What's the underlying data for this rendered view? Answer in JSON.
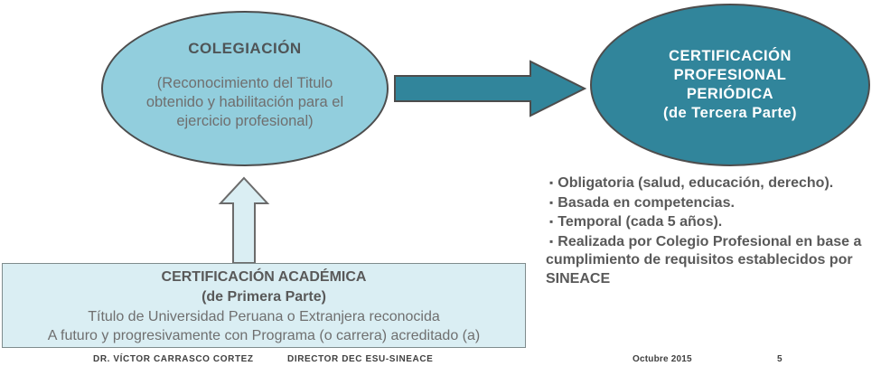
{
  "diagram": {
    "bullet_marker": "▪",
    "colegiacion": {
      "title": "COLEGIACIÓN",
      "description": "(Reconocimiento del Titulo obtenido y habilitación para el ejercicio profesional)"
    },
    "certificacion_profesional": {
      "lines": [
        "CERTIFICACIÓN",
        "PROFESIONAL",
        "PERIÓDICA",
        "(de Tercera Parte)"
      ]
    },
    "certificacion_academica": {
      "title": "CERTIFICACIÓN ACADÉMICA",
      "subtitle": "(de Primera Parte)",
      "line1": "Título de Universidad Peruana o Extranjera reconocida",
      "line2": "A futuro y progresivamente con Programa (o carrera) acreditado (a)"
    },
    "bullets": [
      "Obligatoria (salud, educación, derecho).",
      "Basada en competencias.",
      "Temporal (cada 5 años).",
      "Realizada por Colegio Profesional en base a cumplimiento de requisitos establecidos por SINEACE"
    ]
  },
  "footer": {
    "author": "DR. VÍCTOR CARRASCO CORTEZ",
    "role": "DIRECTOR DEC ESU-SINEACE",
    "date": "Octubre 2015",
    "page": "5"
  },
  "colors": {
    "light_blue_ellipse": "#92CEDD",
    "teal_ellipse": "#31859B",
    "pale_blue_fill": "#DAEEF3",
    "outline_gray": "#4D4D4D",
    "text_gray": "#595959",
    "text_white": "#FFFFFF"
  }
}
